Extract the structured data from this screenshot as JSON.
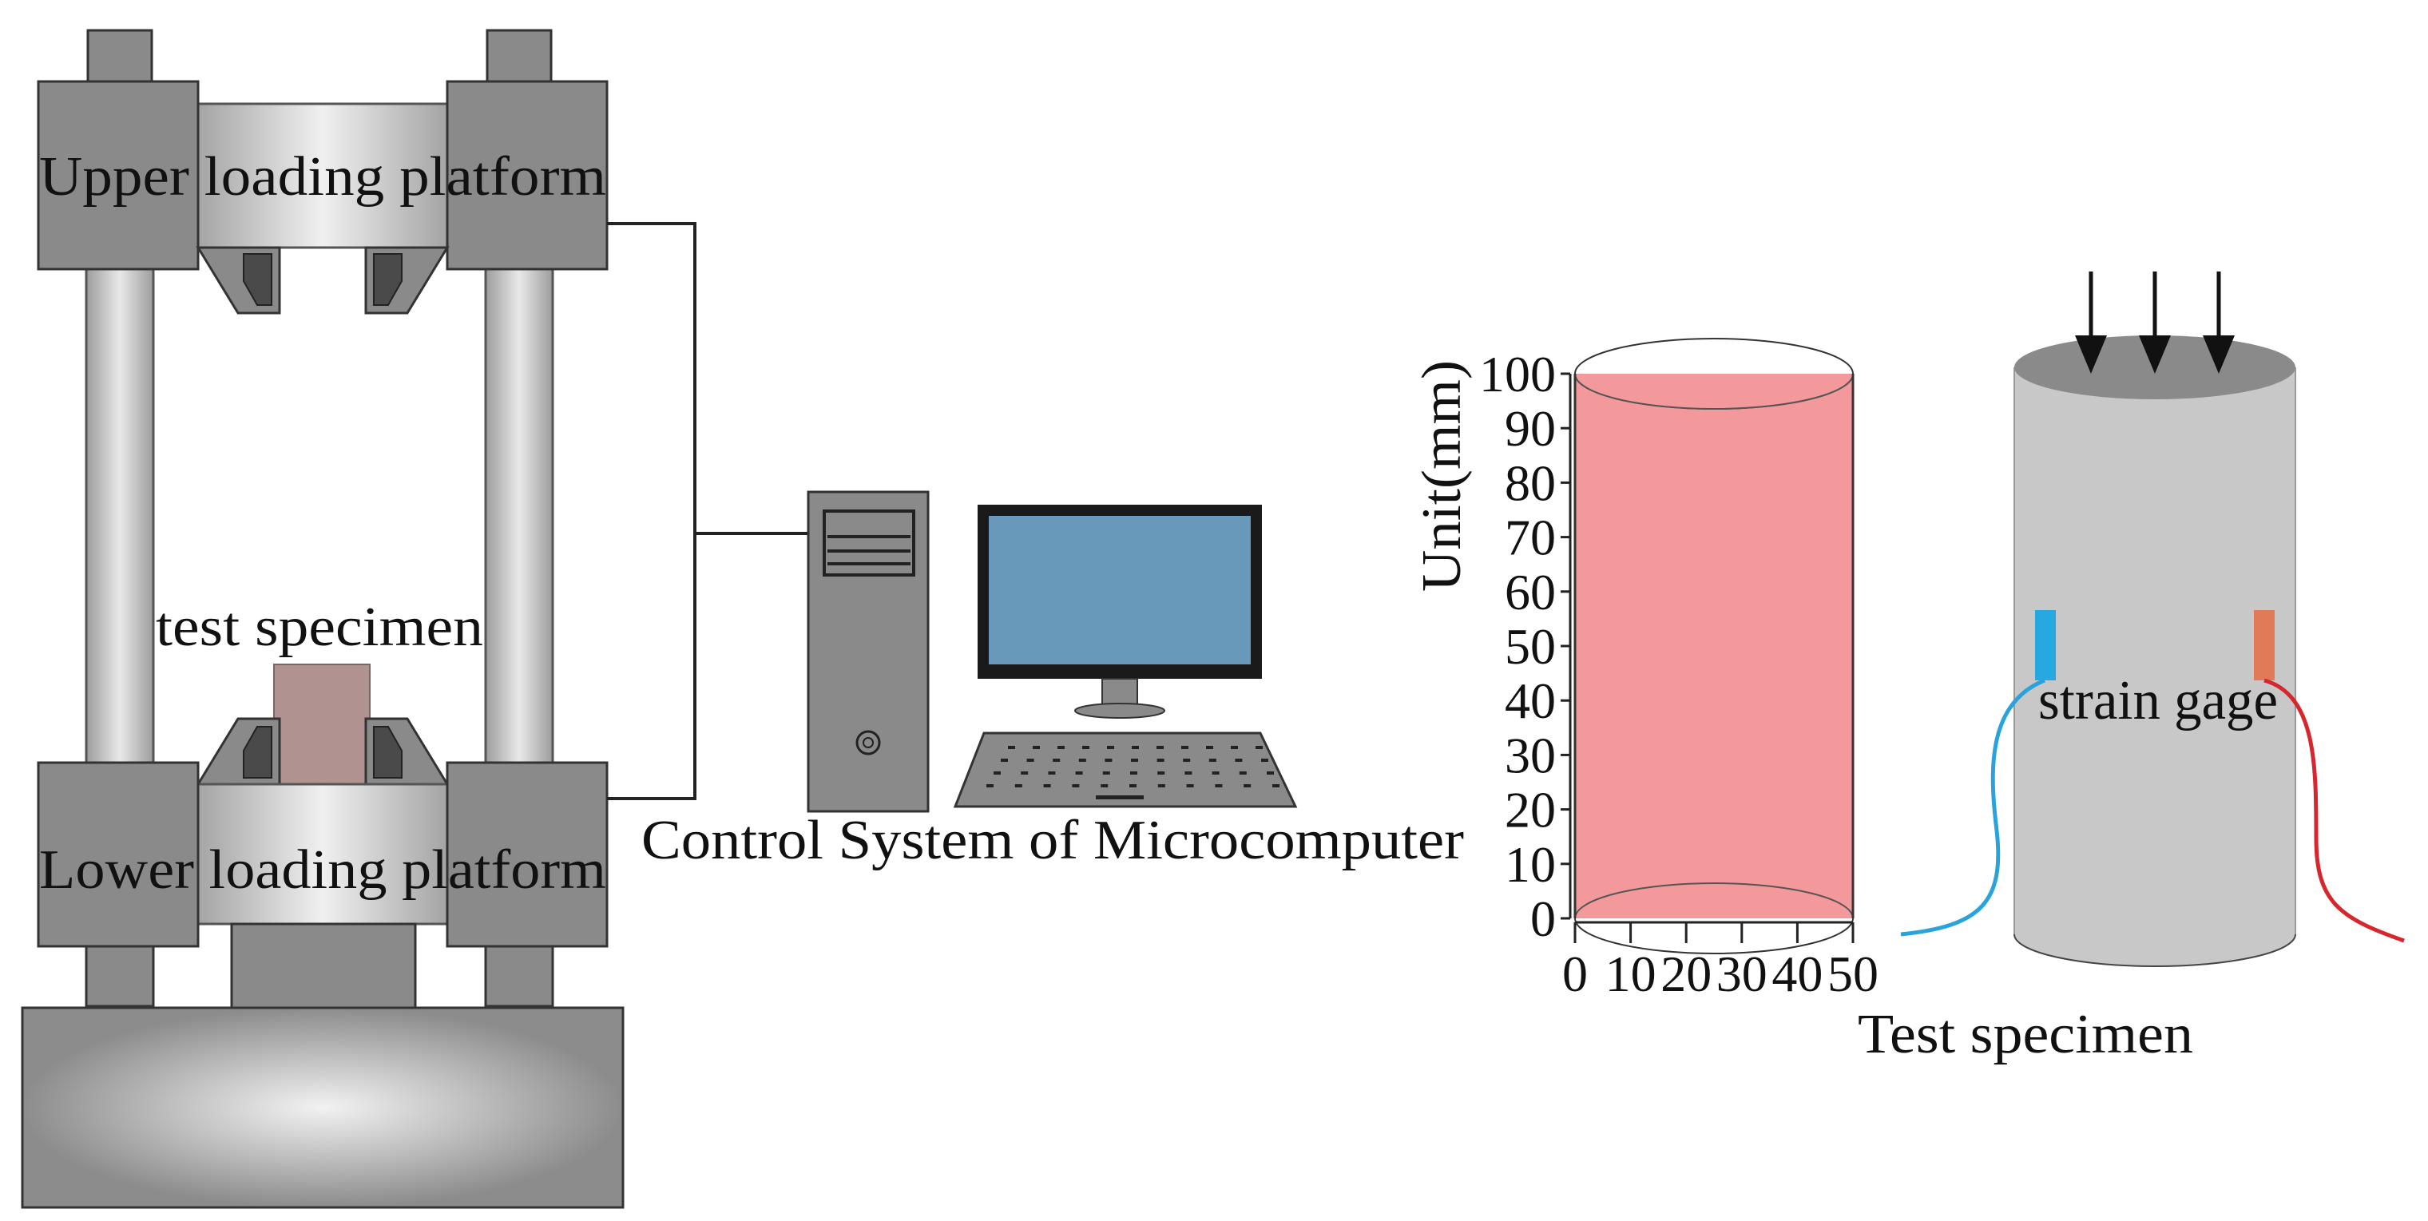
{
  "machine": {
    "upper_label": "Upper loading platform",
    "lower_label": "Lower loading platform",
    "specimen_label": "test specimen"
  },
  "computer": {
    "label": "Control System of Microcomputer"
  },
  "specimen_dims": {
    "axis_label": "Unit(mm)",
    "y_ticks": [
      "0",
      "10",
      "20",
      "30",
      "40",
      "50",
      "60",
      "70",
      "80",
      "90",
      "100"
    ],
    "x_ticks": [
      "0",
      "10",
      "20",
      "30",
      "40",
      "50"
    ],
    "caption": "Test specimen"
  },
  "gauge": {
    "label": "strain gage"
  },
  "colors": {
    "frame": "#8a8a8a",
    "specimen_fill": "#f4999b",
    "monitor_screen": "#6898ba",
    "gauge_left": "#27a8e0",
    "gauge_right": "#e07a58",
    "wire_left": "#2aa3dc",
    "wire_right": "#d7262e",
    "cylinder": "#c8c8c8"
  }
}
